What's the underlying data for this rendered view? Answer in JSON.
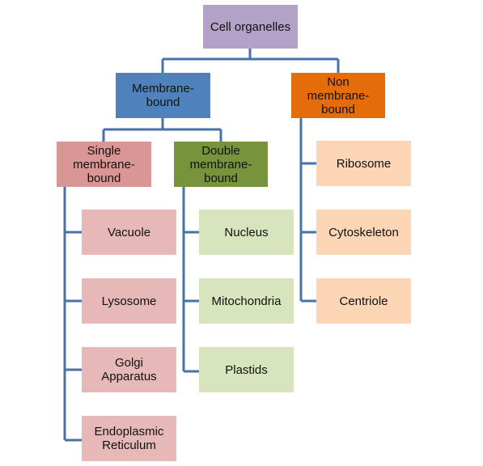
{
  "colors": {
    "connector": "#4a72a8",
    "root": "#b3a2c7",
    "membrane_bound": "#4f81bd",
    "non_membrane_bound": "#e46c0a",
    "single_membrane_bound": "#d99694",
    "double_membrane_bound": "#77933c",
    "single_leaf": "#e6b9b8",
    "double_leaf": "#d7e4bd",
    "non_leaf": "#fcd5b5"
  },
  "diagram": {
    "root": "Cell organelles",
    "membrane_bound": "Membrane-\nbound",
    "non_membrane_bound": "Non\nmembrane-\nbound",
    "single_membrane_bound": "Single\nmembrane-\nbound",
    "double_membrane_bound": "Double\nmembrane-\nbound",
    "single_items": [
      "Vacuole",
      "Lysosome",
      "Golgi\nApparatus",
      "Endoplasmic\nReticulum"
    ],
    "double_items": [
      "Nucleus",
      "Mitochondria",
      "Plastids"
    ],
    "non_items": [
      "Ribosome",
      "Cytoskeleton",
      "Centriole"
    ]
  }
}
